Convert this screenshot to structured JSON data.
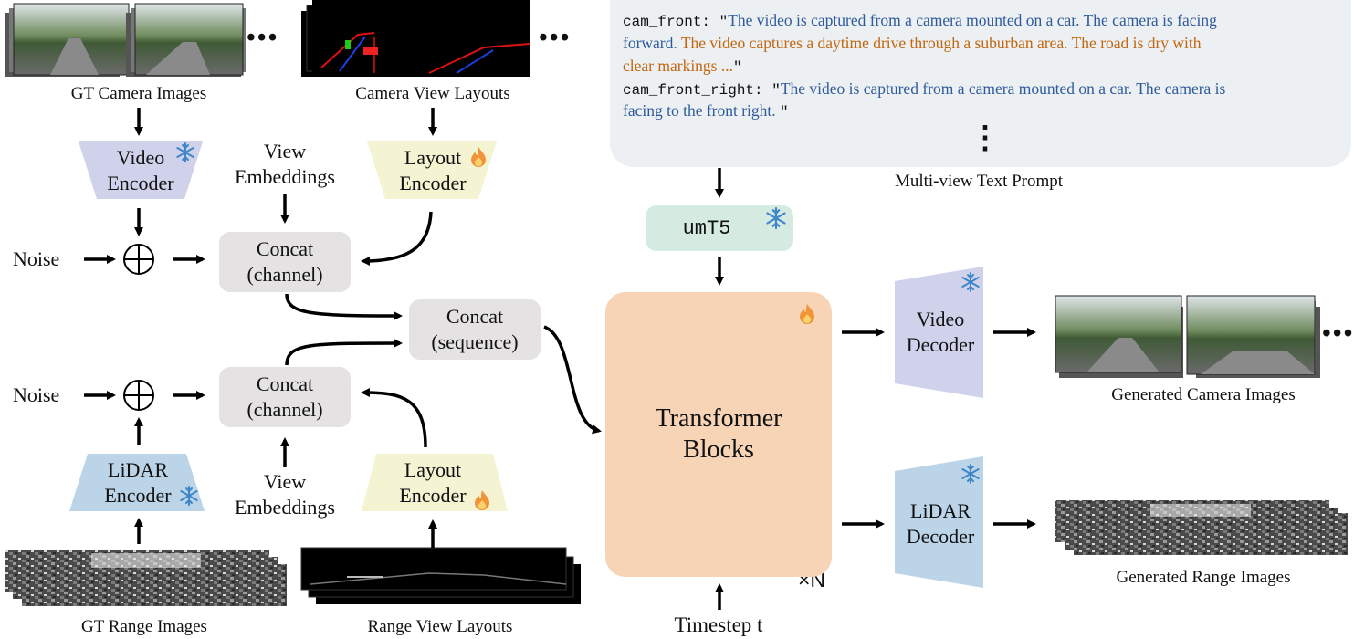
{
  "captions": {
    "gt_camera": "GT Camera Images",
    "camera_layouts": "Camera View Layouts",
    "gt_range": "GT Range Images",
    "range_layouts": "Range View Layouts",
    "generated_camera": "Generated Camera Images",
    "generated_range": "Generated Range Images",
    "multiview_prompt": "Multi-view Text Prompt",
    "timestep": "Timestep t",
    "times_n": "×N"
  },
  "encoders": {
    "video_encoder": [
      "Video",
      "Encoder"
    ],
    "layout_encoder_top": [
      "Layout",
      "Encoder"
    ],
    "lidar_encoder": [
      "LiDAR",
      "Encoder"
    ],
    "layout_encoder_bottom": [
      "Layout",
      "Encoder"
    ]
  },
  "decoders": {
    "video_decoder": [
      "Video",
      "Decoder"
    ],
    "lidar_decoder": [
      "LiDAR",
      "Decoder"
    ]
  },
  "blocks": {
    "concat_channel_top": [
      "Concat",
      "(channel)"
    ],
    "concat_channel_bottom": [
      "Concat",
      "(channel)"
    ],
    "concat_sequence": [
      "Concat",
      "(sequence)"
    ],
    "transformer": [
      "Transformer",
      "Blocks"
    ],
    "umt5": "umT5"
  },
  "inputs": {
    "noise_top": "Noise",
    "noise_bottom": "Noise",
    "view_embeddings_top": [
      "View",
      "Embeddings"
    ],
    "view_embeddings_bottom": [
      "View",
      "Embeddings"
    ],
    "ellipsis": "•••",
    "vertical_ellipsis": "⋮"
  },
  "prompt": {
    "line1_key": "cam_front: \"",
    "line1_blue": "The video is captured from a camera mounted on a car. The camera is facing",
    "line2_blue": "forward.",
    "line2_orange": " The video captures a daytime drive through a suburban area. The road is dry with",
    "line3_orange": "clear markings ...",
    "line3_end": "\"",
    "line4_key": "cam_front_right: \"",
    "line4_blue": "The video is captured from a camera mounted on a car. The camera is",
    "line5_blue": "facing to the front right. ",
    "line5_end": "\""
  },
  "icons": {
    "frozen": "snowflake-icon",
    "trainable": "flame-icon",
    "add": "circle-plus-icon"
  },
  "colors": {
    "video_encoder": "#cfd2ea",
    "layout_encoder": "#f4f4d2",
    "lidar_encoder": "#bcd4e8",
    "umt5": "#d5ebe2",
    "transformer": "#f8d4b7",
    "gray_box": "#e4e2e2",
    "prompt_bg": "#ecf0f3",
    "snowflake": "#3f86c9",
    "flame": "#f2933a"
  }
}
